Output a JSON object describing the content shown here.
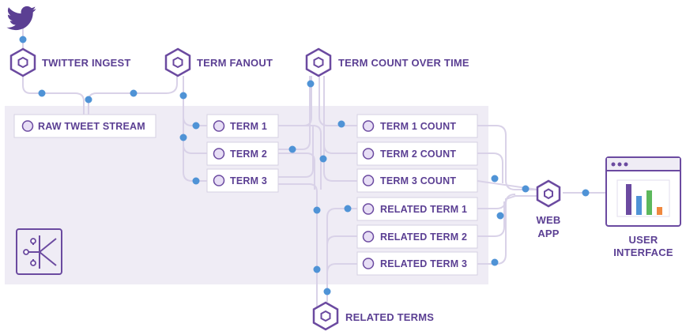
{
  "colors": {
    "accent": "#6b4aa0",
    "dot": "#4f93d6",
    "panel": "#efecf5",
    "wire": "#d9d2e8",
    "twitter": "#5b3f93",
    "bar_purple": "#6b4aa0",
    "bar_blue": "#4f93d6",
    "bar_green": "#5cb85c",
    "bar_orange": "#f0883e"
  },
  "icons": {
    "source": "twitter-bird-icon",
    "stage": "hexagon-icon",
    "item": "circle-icon",
    "panel": "stream-processing-icon",
    "ui": "browser-window-chart-icon"
  },
  "stages": {
    "twitter_ingest": "TWITTER INGEST",
    "term_fanout": "TERM FANOUT",
    "term_count_over_time": "TERM COUNT OVER TIME",
    "related_terms": "RELATED TERMS",
    "web_app_line1": "WEB",
    "web_app_line2": "APP",
    "user_interface_line1": "USER",
    "user_interface_line2": "INTERFACE"
  },
  "boxes": {
    "raw_tweet_stream": "RAW TWEET STREAM",
    "term1": "TERM 1",
    "term2": "TERM 2",
    "term3": "TERM 3",
    "term1_count": "TERM 1 COUNT",
    "term2_count": "TERM 2 COUNT",
    "term3_count": "TERM 3 COUNT",
    "related_term1": "RELATED TERM 1",
    "related_term2": "RELATED TERM 2",
    "related_term3": "RELATED TERM 3"
  }
}
